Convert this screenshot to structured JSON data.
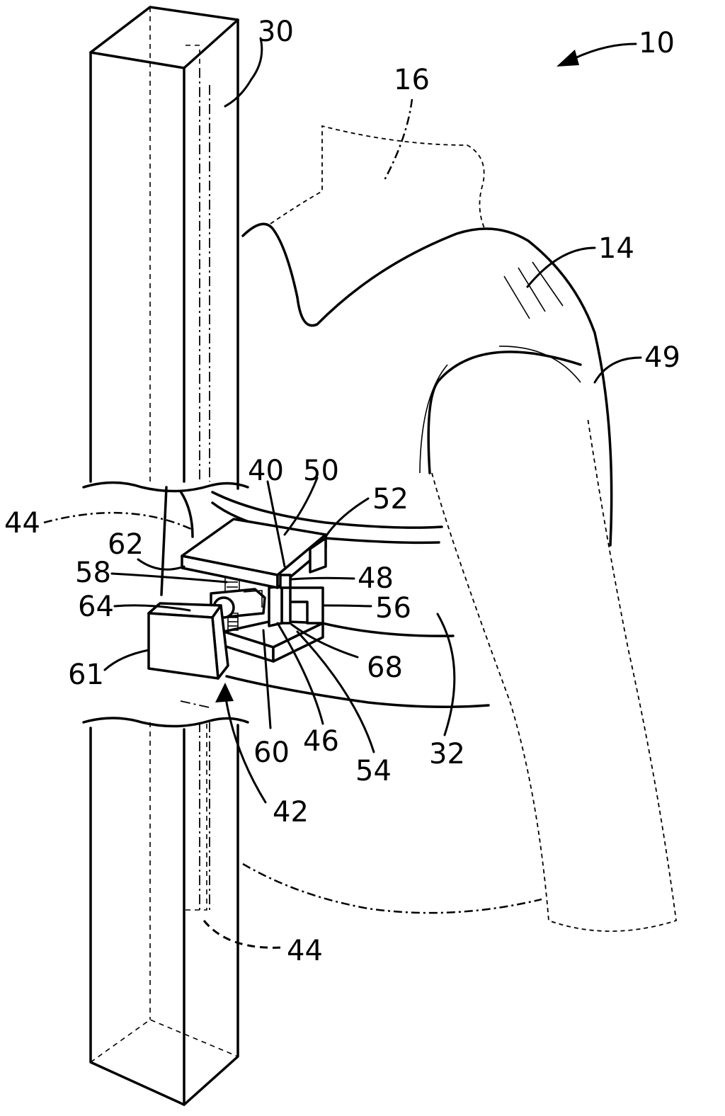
{
  "figure": {
    "labels": {
      "l10": "10",
      "l14": "14",
      "l16": "16",
      "l30": "30",
      "l32": "32",
      "l40": "40",
      "l42": "42",
      "l44a": "44",
      "l44b": "44",
      "l46": "46",
      "l48": "48",
      "l49": "49",
      "l50": "50",
      "l52": "52",
      "l54": "54",
      "l56": "56",
      "l58": "58",
      "l60": "60",
      "l61": "61",
      "l62": "62",
      "l64": "64",
      "l68": "68"
    }
  }
}
